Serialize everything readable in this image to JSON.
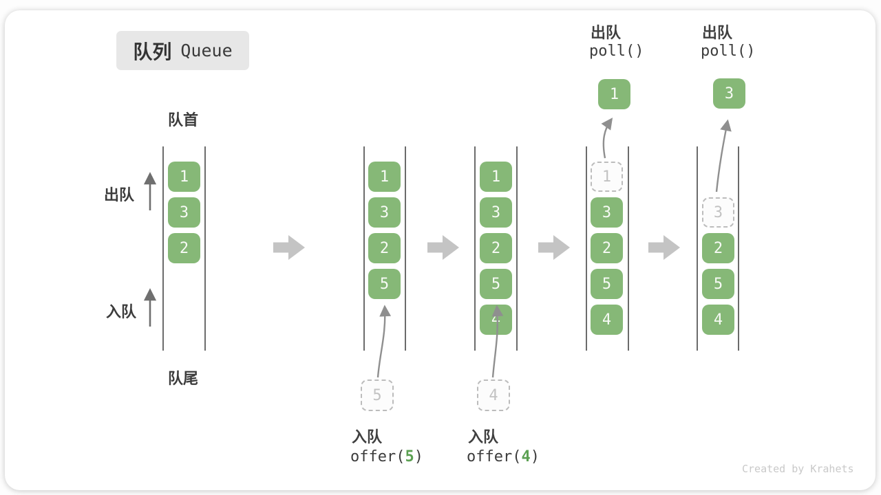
{
  "title": {
    "zh": "队列",
    "en": "Queue"
  },
  "side_labels": {
    "front": "队首",
    "rear": "队尾",
    "dequeue": "出队",
    "enqueue": "入队"
  },
  "states": {
    "s1": {
      "cells": [
        "1",
        "3",
        "2"
      ]
    },
    "s2": {
      "cells": [
        "1",
        "3",
        "2",
        "5"
      ],
      "incoming": "5"
    },
    "s3": {
      "cells": [
        "1",
        "3",
        "2",
        "5",
        "4"
      ],
      "incoming": "4"
    },
    "s4": {
      "ghost": "1",
      "cells": [
        "3",
        "2",
        "5",
        "4"
      ],
      "result": "1"
    },
    "s5": {
      "ghost": "3",
      "cells": [
        "2",
        "5",
        "4"
      ],
      "result": "3"
    }
  },
  "operations": {
    "offer5": {
      "label": "入队",
      "fn_open": "offer(",
      "arg": "5",
      "fn_close": ")"
    },
    "offer4": {
      "label": "入队",
      "fn_open": "offer(",
      "arg": "4",
      "fn_close": ")"
    },
    "poll1": {
      "label": "出队",
      "fn": "poll()"
    },
    "poll2": {
      "label": "出队",
      "fn": "poll()"
    }
  },
  "watermark": "Created by Krahets",
  "colors": {
    "cell_green": "#86b877",
    "code_arg_green": "#5ba052",
    "flow_arrow_gray": "#c4c4c4",
    "ghost_gray": "#bcbcbc"
  }
}
